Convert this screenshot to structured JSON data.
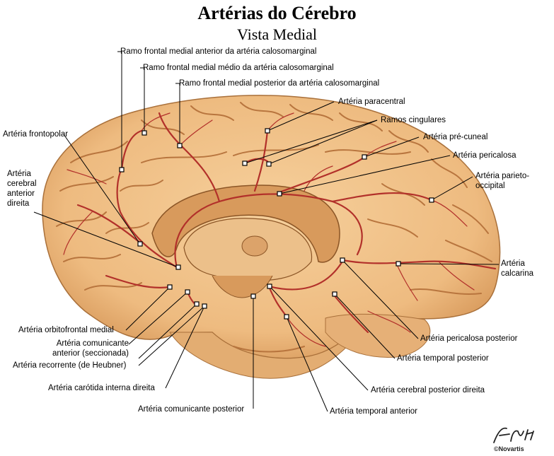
{
  "title": "Artérias do Cérebro",
  "subtitle": "Vista Medial",
  "labels": {
    "frontal_anterior": "Ramo frontal medial anterior da artéria calosomarginal",
    "frontal_medio": "Ramo frontal medial médio da artéria calosomarginal",
    "frontal_posterior": "Ramo frontal medial posterior da artéria calosomarginal",
    "paracentral": "Artéria paracentral",
    "cingulares": "Ramos cingulares",
    "pre_cuneal": "Artéria pré-cuneal",
    "pericalosa": "Artéria pericalosa",
    "parieto_occipital_1": "Artéria parieto-",
    "parieto_occipital_2": "occipital",
    "frontopolar": "Artéria frontopolar",
    "cerebral_anterior_1": "Artéria",
    "cerebral_anterior_2": "cerebral",
    "cerebral_anterior_3": "anterior",
    "cerebral_anterior_4": "direita",
    "calcarina_1": "Artéria",
    "calcarina_2": "calcarina",
    "orbitofrontal": "Artéria orbitofrontal medial",
    "comunicante_anterior_1": "Artéria comunicante",
    "comunicante_anterior_2": "anterior (seccionada)",
    "recorrente": "Artéria recorrente (de Heubner)",
    "carotida": "Artéria carótida interna direita",
    "comunicante_posterior": "Artéria comunicante posterior",
    "temporal_anterior": "Artéria temporal anterior",
    "cerebral_posterior": "Artéria cerebral posterior direita",
    "temporal_posterior": "Artéria temporal posterior",
    "pericalosa_posterior": "Artéria pericalosa posterior"
  },
  "signature": "©Novartis",
  "colors": {
    "brain": "#f0c088",
    "brain_shadow": "#d89a5c",
    "sulcus": "#b8753e",
    "artery": "#b2302a",
    "leader": "#000000"
  }
}
